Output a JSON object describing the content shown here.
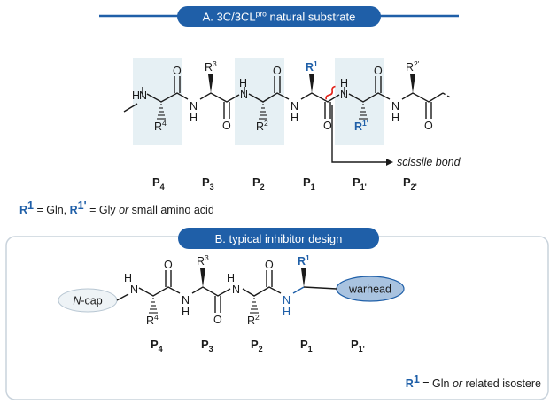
{
  "panelA": {
    "title_prefix": "A. 3C/3CL",
    "title_sup": "pro",
    "title_suffix": " natural substrate",
    "scissile_label": "scissile bond",
    "footnote": {
      "r1": "R",
      "r1_sup": "1",
      "eq1": " = Gln, ",
      "r1p": "R",
      "r1p_sup": "1'",
      "eq2": " = Gly ",
      "or": "or",
      "tail": " small amino acid"
    },
    "positions": [
      {
        "main": "P",
        "sub": "4"
      },
      {
        "main": "P",
        "sub": "3"
      },
      {
        "main": "P",
        "sub": "2"
      },
      {
        "main": "P",
        "sub": "1"
      },
      {
        "main": "P",
        "sub": "1'"
      },
      {
        "main": "P",
        "sub": "2'"
      }
    ]
  },
  "panelB": {
    "title": "B. typical inhibitor design",
    "ncap_italic": "N",
    "ncap_rest": "-cap",
    "warhead": "warhead",
    "footnote": {
      "r1": "R",
      "r1_sup": "1",
      "eq": " = Gln ",
      "or": "or",
      "tail": " related isostere"
    },
    "positions": [
      {
        "main": "P",
        "sub": "4"
      },
      {
        "main": "P",
        "sub": "3"
      },
      {
        "main": "P",
        "sub": "2"
      },
      {
        "main": "P",
        "sub": "1"
      },
      {
        "main": "P",
        "sub": "1'"
      }
    ]
  },
  "atoms": {
    "N": "N",
    "H": "H",
    "O": "O",
    "R": "R",
    "r1": "1",
    "r2": "2",
    "r3": "3",
    "r4": "4",
    "r1p": "1'",
    "r2p": "2'"
  },
  "colors": {
    "banner": "#1f5fa8",
    "accent_blue": "#1f5fa8",
    "highlight_box": "#e6f0f4",
    "scissile_red": "#e2231a",
    "ncap_fill": "#eef3f6",
    "warhead_fill": "#a9c3e0",
    "panel_border": "#c9d3dc"
  }
}
